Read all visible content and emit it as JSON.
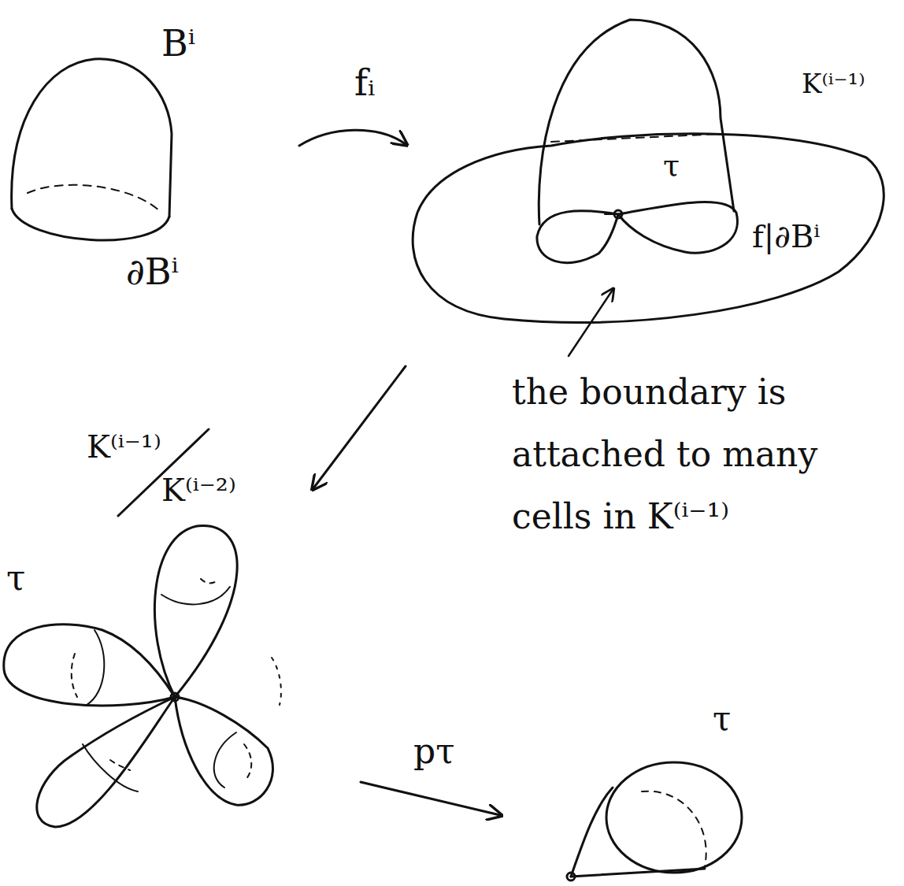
{
  "diagram": {
    "labels": [
      "Bⁱ",
      "∂Bⁱ",
      "fᵢ",
      "K⁽ⁱ⁻¹⁾",
      "τ",
      "f|∂Bⁱ",
      "the boundary is attached to many cells in K⁽ⁱ⁻¹⁾",
      "K⁽ⁱ⁻¹⁾",
      "K⁽ⁱ⁻²⁾",
      "τ",
      "pτ",
      "τ"
    ]
  }
}
